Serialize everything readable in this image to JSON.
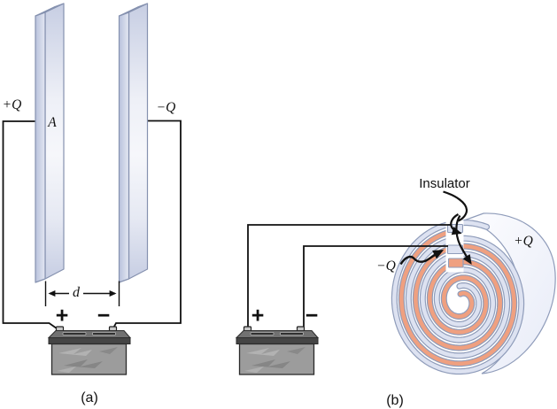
{
  "figure": {
    "panel_a": {
      "label": "(a)",
      "plate_area": "A",
      "charge_left": "+Q",
      "charge_right": "−Q",
      "separation": "d",
      "battery": {
        "positive": "+",
        "negative": "−"
      }
    },
    "panel_b": {
      "label": "(b)",
      "insulator": "Insulator",
      "charge_outer": "+Q",
      "charge_inner": "−Q",
      "battery": {
        "positive": "+",
        "negative": "−"
      }
    },
    "colors": {
      "plate_fill": "#c7cee3",
      "plate_highlight": "#f6f7fb",
      "conductor_orange": "#efa080",
      "insulator_pale": "#dde2f1",
      "outline_slate": "#8f9cba",
      "wire_black": "#111111",
      "battery_body": "#9c9c9c",
      "battery_lid": "#717171"
    }
  }
}
